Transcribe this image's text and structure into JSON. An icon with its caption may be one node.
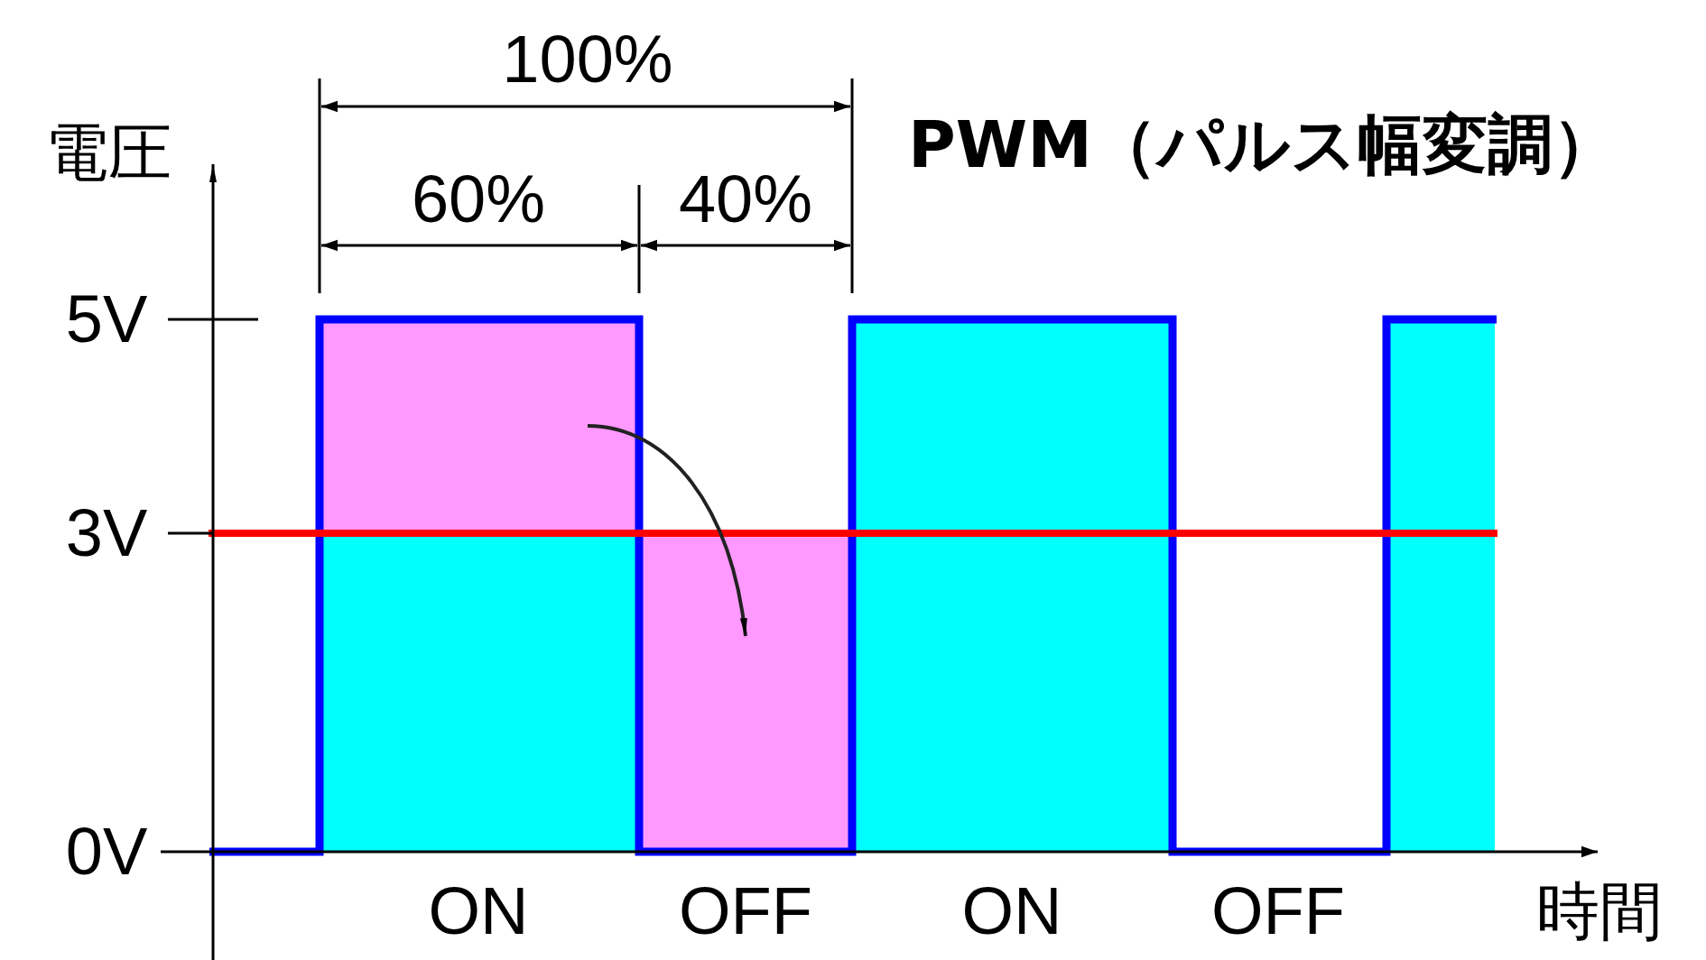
{
  "diagram": {
    "title": "PWM（パルス幅変調）",
    "labels": [
      "電圧",
      "100%",
      "60%",
      "40%",
      "5V",
      "3V",
      "0V",
      "ON",
      "OFF",
      "ON",
      "OFF",
      "時間"
    ]
  }
}
